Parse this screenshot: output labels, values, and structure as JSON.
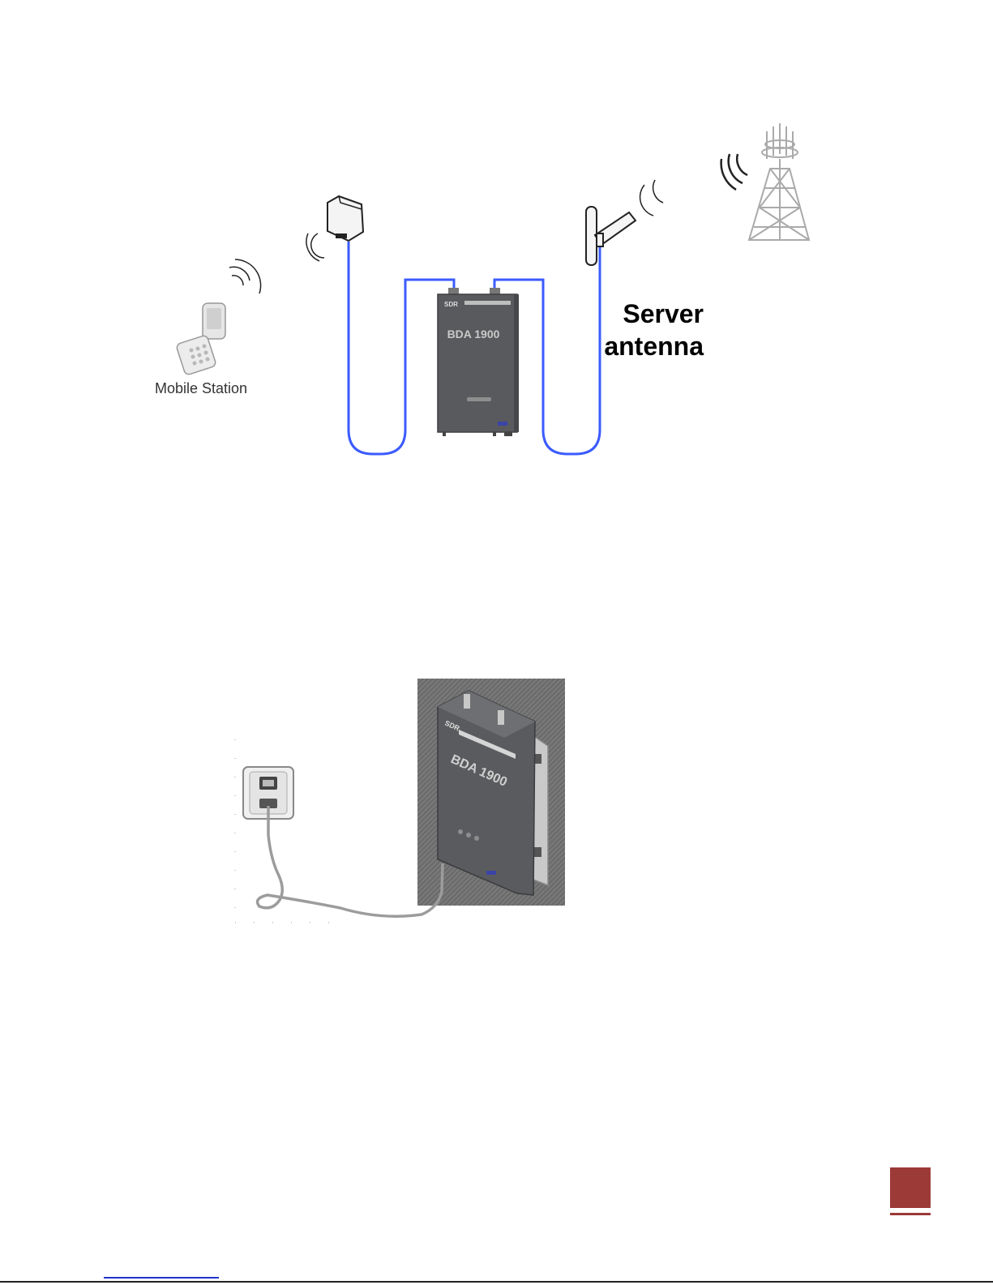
{
  "diagram": {
    "mobile_label": "Mobile Station",
    "server_label_line1": "Server",
    "server_label_line2": "antenna",
    "device_model": "BDA 1900",
    "device_brand": "SDR"
  },
  "colors": {
    "cable": "#3b5bff",
    "device_body": "#5a5b5e",
    "page_badge": "#9b3a36",
    "footer_link": "#2233cc"
  }
}
